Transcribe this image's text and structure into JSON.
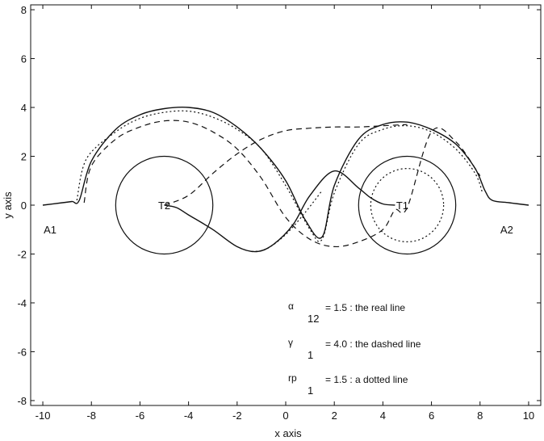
{
  "chart_data": {
    "type": "line",
    "xlabel": "x axis",
    "ylabel": "y axis",
    "xlim": [
      -10.5,
      10.5
    ],
    "ylim": [
      -8.2,
      8.2
    ],
    "xticks": [
      -10,
      -8,
      -6,
      -4,
      -2,
      0,
      2,
      4,
      6,
      8,
      10
    ],
    "yticks": [
      -8,
      -6,
      -4,
      -2,
      0,
      2,
      4,
      6,
      8
    ],
    "grid": false,
    "circles": [
      {
        "cx": -5,
        "cy": 0,
        "r": 2,
        "style": "solid"
      },
      {
        "cx": 5,
        "cy": 0,
        "r": 2,
        "style": "solid"
      },
      {
        "cx": 5,
        "cy": 0,
        "r": 1.5,
        "style": "dotted"
      }
    ],
    "annotations": [
      {
        "text": "A1",
        "x": -9.7,
        "y": -1.0
      },
      {
        "text": "A2",
        "x": 9.1,
        "y": -1.0
      },
      {
        "text": "T2",
        "x": -5.0,
        "y": 0.0
      },
      {
        "text": "T1",
        "x": 4.8,
        "y": 0.0
      }
    ],
    "series": [
      {
        "style": "solid",
        "x": [
          -10.0,
          -9.2,
          -8.8,
          -8.5,
          -8.0,
          -7.0,
          -6.0,
          -5.0,
          -4.0,
          -3.0,
          -2.0,
          -1.0,
          0.0,
          0.8,
          1.5,
          2.0,
          3.0,
          4.0,
          5.0,
          6.0,
          7.0,
          7.8,
          8.2,
          8.5,
          9.2,
          10.0
        ],
        "y": [
          0.0,
          0.1,
          0.15,
          0.2,
          1.8,
          3.1,
          3.7,
          3.95,
          4.0,
          3.8,
          3.2,
          2.3,
          1.0,
          -0.6,
          -1.3,
          0.8,
          2.7,
          3.3,
          3.4,
          3.1,
          2.5,
          1.5,
          0.6,
          0.2,
          0.1,
          0.0
        ]
      },
      {
        "style": "solid",
        "x": [
          -5.0,
          -4.5,
          -4.0,
          -3.0,
          -2.0,
          -1.2,
          -0.5,
          0.3,
          1.0,
          2.0,
          3.0,
          3.5,
          4.0,
          4.5
        ],
        "y": [
          0.0,
          -0.1,
          -0.4,
          -1.0,
          -1.7,
          -1.9,
          -1.6,
          -0.8,
          0.4,
          1.4,
          0.7,
          0.3,
          0.05,
          0.0
        ]
      },
      {
        "style": "dashed",
        "x": [
          -8.3,
          -8.0,
          -7.0,
          -6.0,
          -5.0,
          -4.0,
          -3.0,
          -2.0,
          -1.0,
          0.0,
          1.0,
          2.0,
          3.0,
          4.0,
          4.5,
          5.0,
          6.0,
          7.0,
          8.0
        ],
        "y": [
          0.1,
          1.6,
          2.7,
          3.2,
          3.45,
          3.4,
          3.0,
          2.3,
          1.1,
          -0.5,
          -1.4,
          -1.7,
          -1.5,
          -1.0,
          -0.2,
          -0.1,
          3.0,
          2.6,
          1.2
        ]
      },
      {
        "style": "dashed",
        "x": [
          -5.0,
          -4.0,
          -3.0,
          -2.0,
          -1.0,
          0.0,
          1.0,
          2.0,
          3.0,
          4.0,
          5.0
        ],
        "y": [
          0.0,
          0.4,
          1.3,
          2.1,
          2.7,
          3.05,
          3.15,
          3.2,
          3.2,
          3.25,
          3.3
        ]
      },
      {
        "style": "dotted",
        "x": [
          -8.6,
          -8.2,
          -7.0,
          -6.0,
          -5.0,
          -4.0,
          -3.0,
          -2.0,
          -1.0,
          0.0,
          1.0,
          1.5,
          2.0,
          3.0,
          4.0,
          5.0,
          6.0,
          7.0,
          7.8,
          8.1
        ],
        "y": [
          0.2,
          1.9,
          3.0,
          3.55,
          3.8,
          3.85,
          3.6,
          3.1,
          2.3,
          0.8,
          -1.0,
          -1.4,
          0.5,
          2.5,
          3.1,
          3.25,
          3.0,
          2.3,
          1.3,
          0.5
        ]
      },
      {
        "style": "dotted",
        "x": [
          -1.4,
          -0.8,
          0.0,
          0.8,
          1.5
        ],
        "y": [
          -1.9,
          -1.8,
          -1.2,
          -0.3,
          0.6
        ]
      }
    ],
    "legend": [
      {
        "symbol": "α",
        "subscript": "12",
        "text": "= 1.5 : the real line"
      },
      {
        "symbol": "γ",
        "subscript": "1",
        "text": "= 4.0 : the dashed line"
      },
      {
        "symbol": "rp",
        "subscript": "1",
        "text": "= 1.5 : a dotted line"
      }
    ]
  }
}
